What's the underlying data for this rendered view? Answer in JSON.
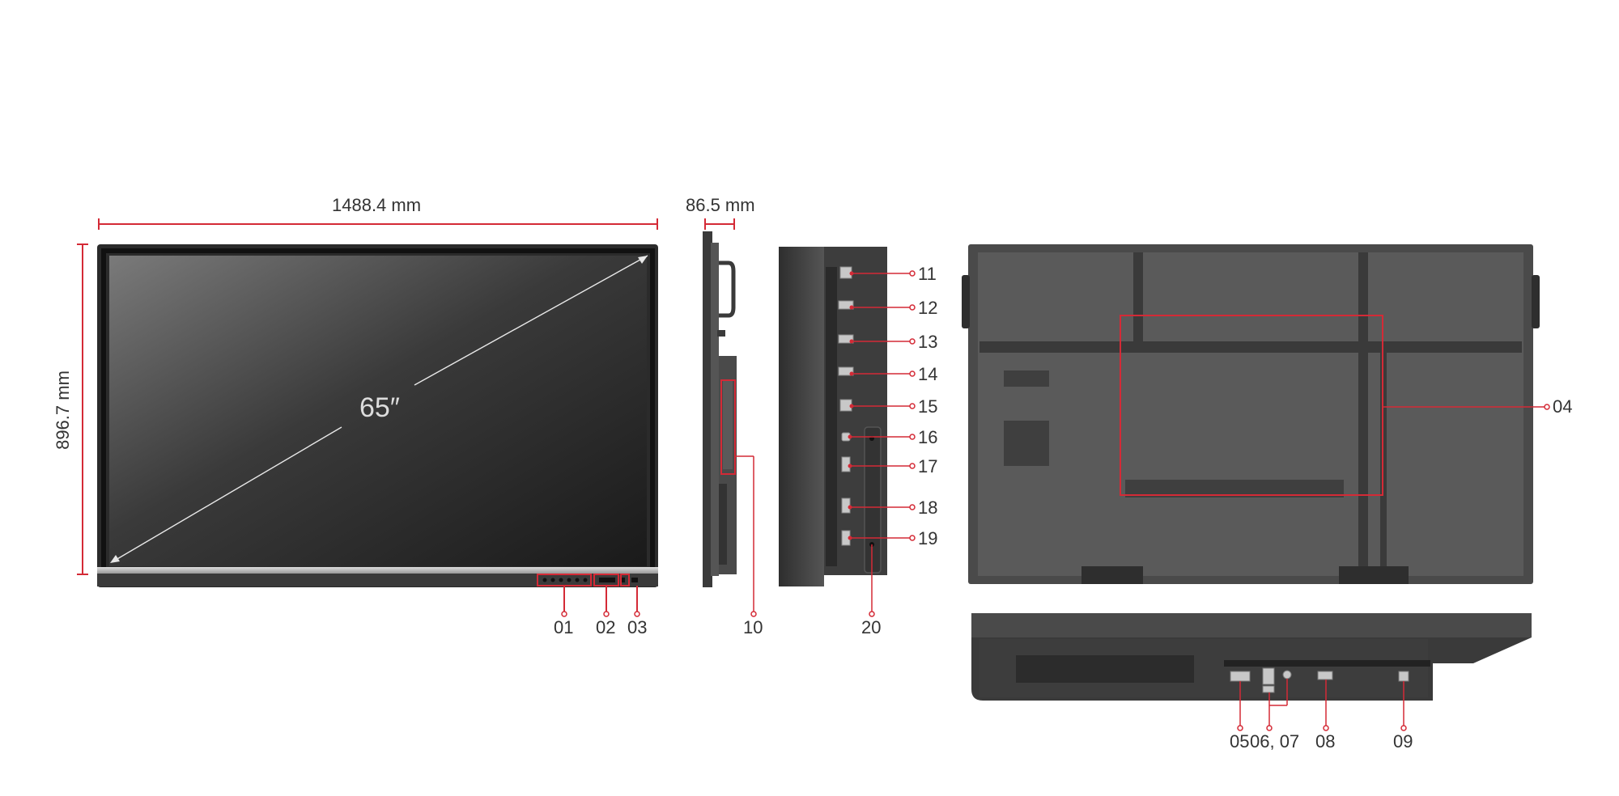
{
  "dimensions": {
    "width": "1488.4 mm",
    "height": "896.7 mm",
    "depth": "86.5 mm",
    "diagonal": "65″"
  },
  "callouts": {
    "c01": "01",
    "c02": "02",
    "c03": "03",
    "c04": "04",
    "c05": "05",
    "c0607": "06, 07",
    "c08": "08",
    "c09": "09",
    "c10": "10",
    "c11": "11",
    "c12": "12",
    "c13": "13",
    "c14": "14",
    "c15": "15",
    "c16": "16",
    "c17": "17",
    "c18": "18",
    "c19": "19",
    "c20": "20"
  },
  "colors": {
    "accent": "#d42a36",
    "panel": "#3a3a3a",
    "line": "#333333"
  }
}
